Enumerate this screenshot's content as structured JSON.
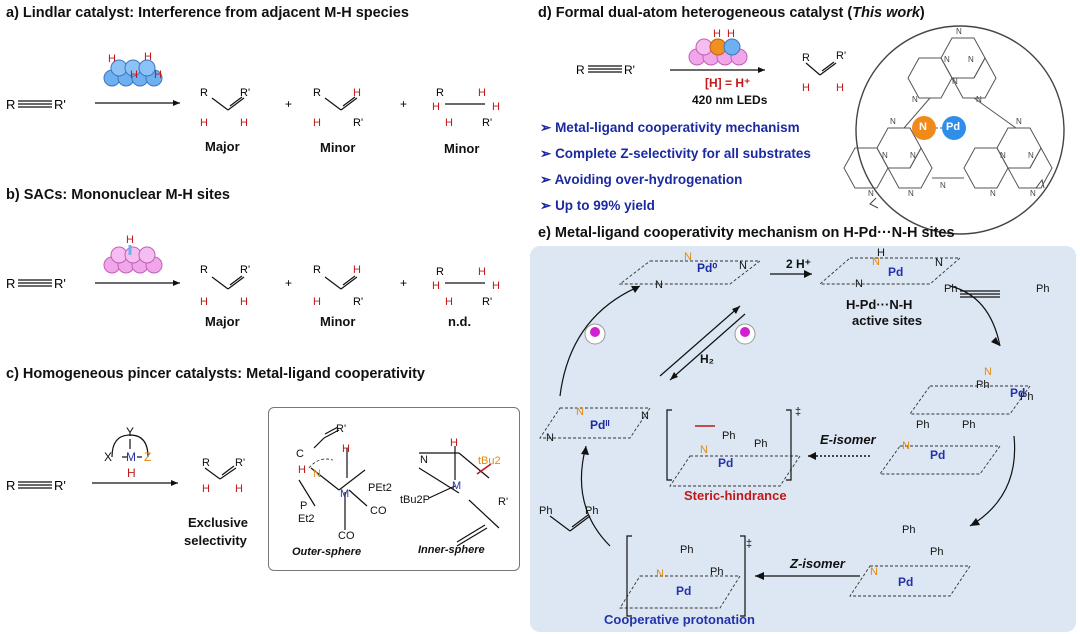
{
  "colors": {
    "panel_bg": "#dde7f3",
    "atom_blue": "#6fb0f0",
    "atom_pink": "#f2a6ea",
    "hydrogen": "#c21818",
    "nitrogen_ball": "#f08a1a",
    "pd_ball": "#2f8fe8",
    "feature_text": "#1b2aa0"
  },
  "panel_a": {
    "title": "a) Lindlar catalyst: Interference from adjacent M-H species",
    "reactant_r": "R",
    "reactant_rp": "R'",
    "labels": [
      "Major",
      "Minor",
      "Minor"
    ]
  },
  "panel_b": {
    "title": "b) SACs: Mononuclear M-H sites",
    "labels": [
      "Major",
      "Minor",
      "n.d."
    ]
  },
  "panel_c": {
    "title": "c) Homogeneous pincer catalysts: Metal-ligand cooperativity",
    "cat_atoms": {
      "y": "Y",
      "x": "X",
      "m": "M",
      "z": "Z",
      "h": "H"
    },
    "result": "Exclusive selectivity",
    "result_line1": "Exclusive",
    "result_line2": "selectivity",
    "outer": "Outer-sphere",
    "inner": "Inner-sphere",
    "pet2": "PEt2",
    "et2": "Et2",
    "co": "CO",
    "tbu2": "tBu2",
    "tbu2p": "tBu2P"
  },
  "panel_d": {
    "title_prefix": "d)  Formal dual-atom heterogeneous catalyst (",
    "title_italic": "This work",
    "title_suffix": ")",
    "condition1": "[H] = H⁺",
    "condition2": "420 nm LEDs",
    "features": [
      "Metal-ligand cooperativity mechanism",
      "Complete Z-selectivity for all substrates",
      "Avoiding over-hydrogenation",
      "Up to 99% yield"
    ],
    "ball_n": "N",
    "ball_pd": "Pd"
  },
  "panel_e": {
    "title": "e) Metal-ligand cooperativity mechanism on H-Pd···N-H sites",
    "step_2h": "2 H⁺",
    "active_line1": "H-Pd···N-H",
    "active_line2": "active sites",
    "h2": "H₂",
    "e_isomer": "E-isomer",
    "z_isomer": "Z-isomer",
    "steric": "Steric-hindrance",
    "coop": "Cooperative protonation",
    "pd0": "Pd⁰",
    "pd2": "Pdᴵᴵ",
    "pd": "Pd",
    "ph": "Ph",
    "n": "N",
    "h": "H",
    "ts": "‡"
  }
}
